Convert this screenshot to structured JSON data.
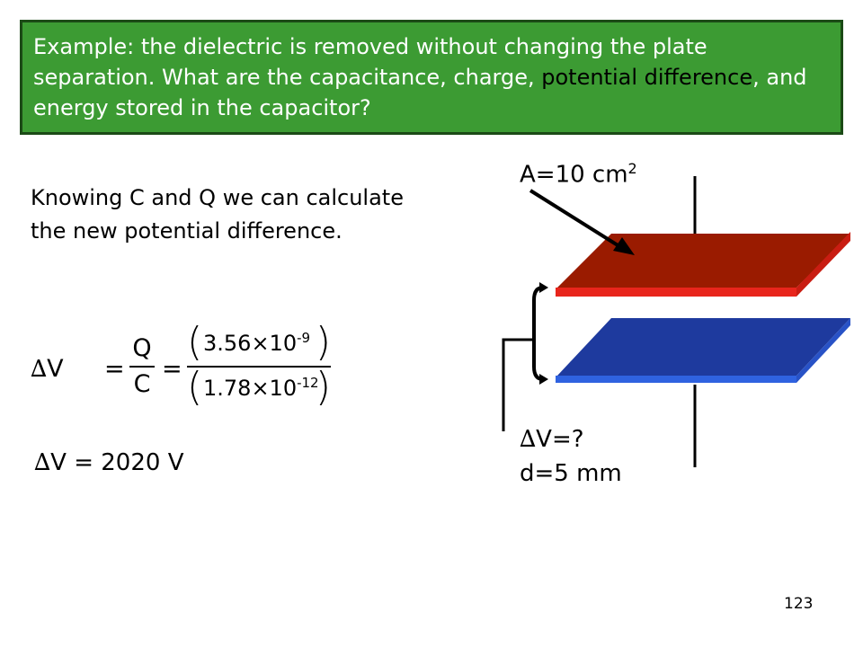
{
  "problem": {
    "text_before": "Example: the dielectric is removed without changing the plate separation. What are the capacitance, charge, ",
    "text_accent": "potential difference",
    "text_after": ", and energy stored in the capacitor?"
  },
  "explanation": "Knowing C and Q we can calculate the new potential difference.",
  "equation": {
    "delta_symbol": "∆",
    "lhs_var": "V",
    "equals": "=",
    "frac_num": "Q",
    "frac_den": "C",
    "num_mantissa": "3.56",
    "num_exponent": "-9",
    "den_mantissa": "1.78",
    "den_exponent": "-12",
    "times": "×10",
    "paren_open": "(",
    "paren_close": ")"
  },
  "result": {
    "delta_symbol": "∆",
    "text": "V = 2020 V"
  },
  "diagram": {
    "area_label": "A=10 cm",
    "area_exponent": "2",
    "dv_delta": "∆",
    "dv_label": "V=?",
    "separation_label": "d=5 mm",
    "colors": {
      "top_plate": "#9a1b00",
      "top_plate_edge": "#e8251c",
      "bottom_plate": "#1e3a9e",
      "bottom_plate_edge": "#2f62e0"
    }
  },
  "page_number": "123"
}
